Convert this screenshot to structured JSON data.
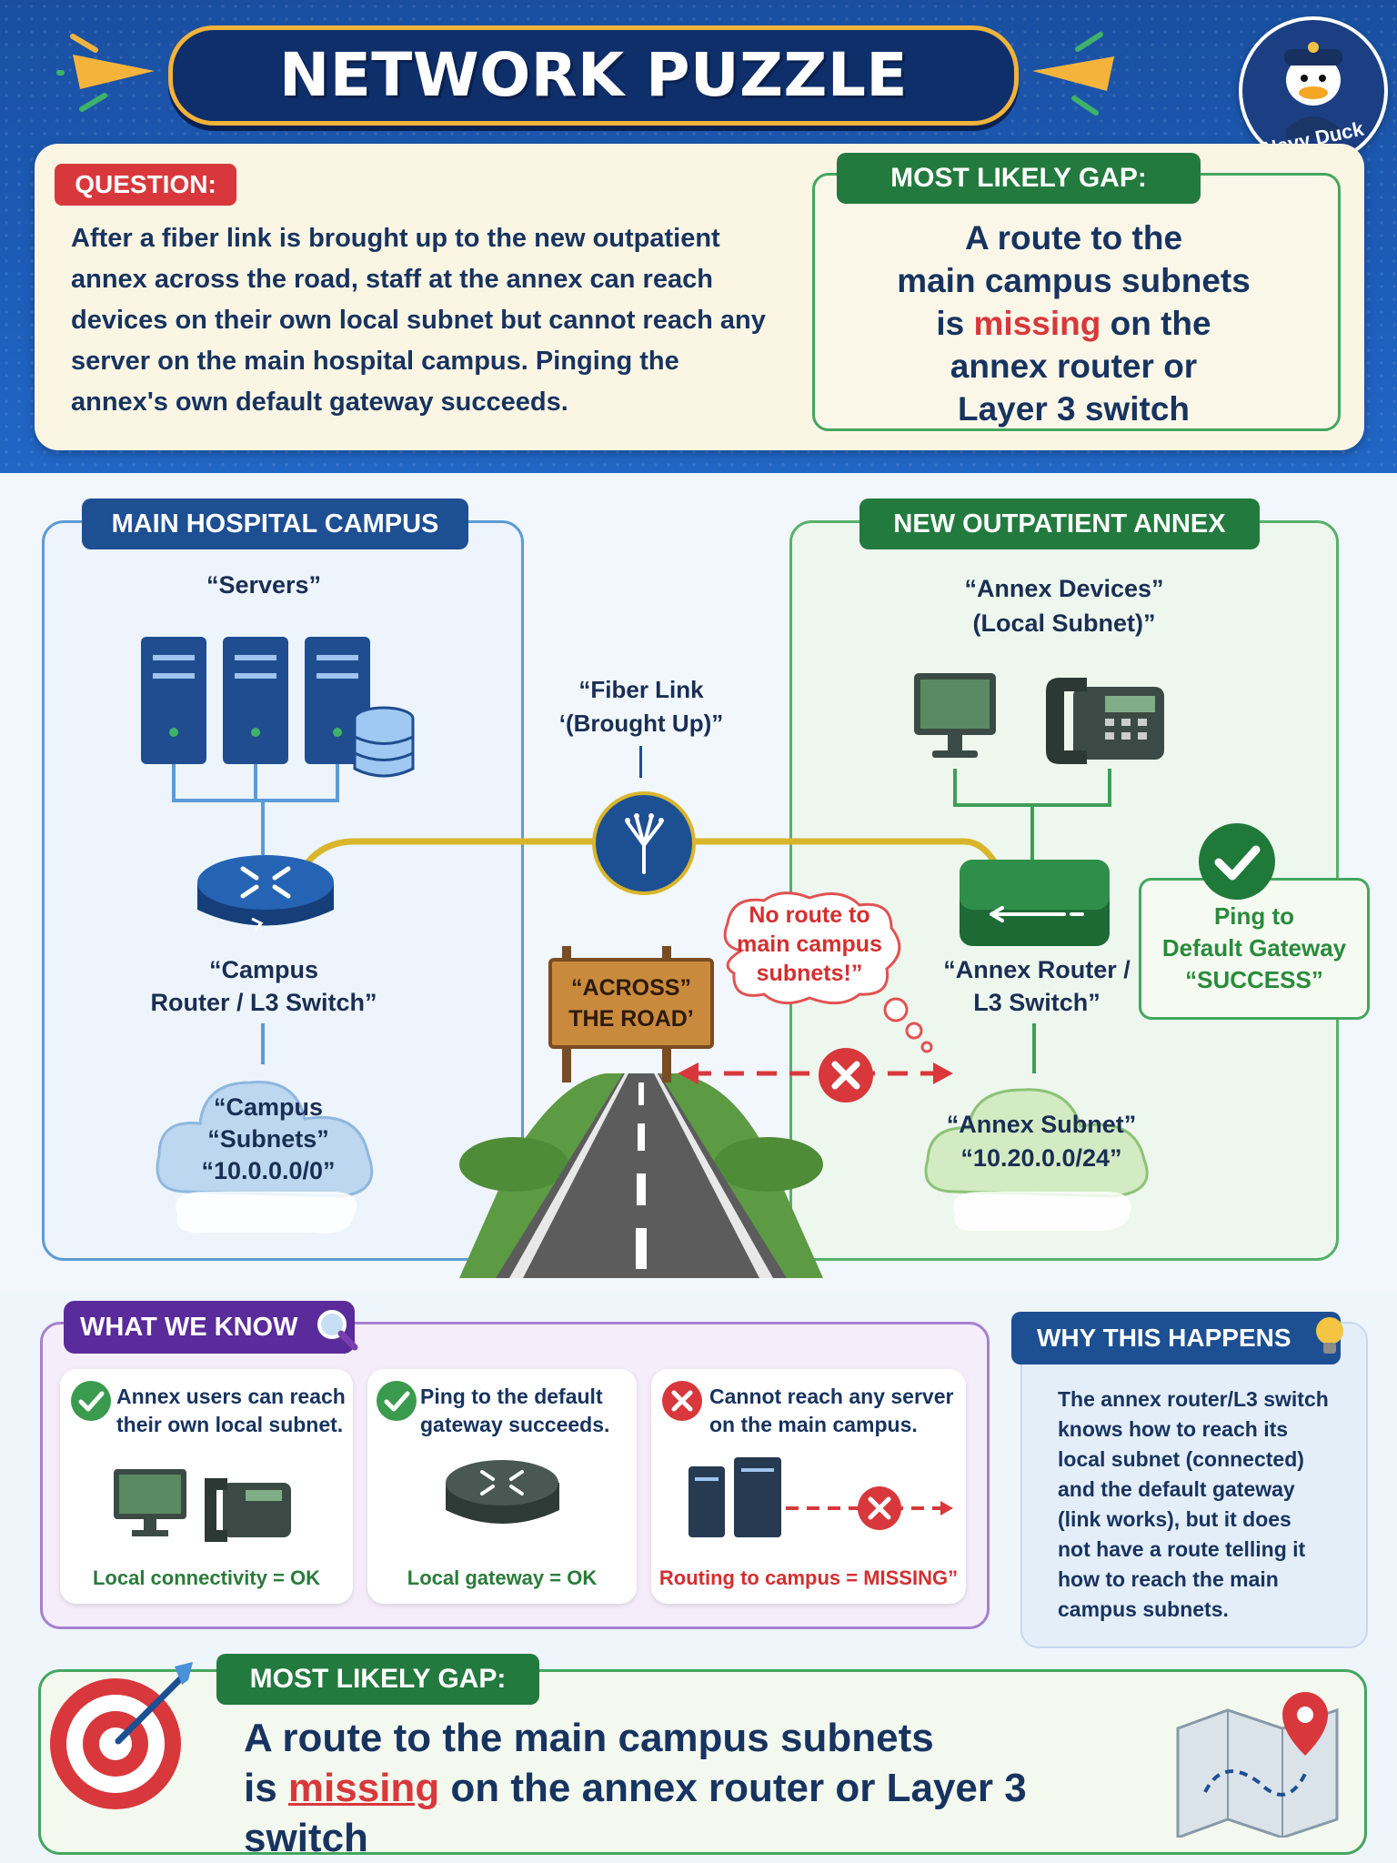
{
  "title": "NETWORK PUZZLE SOLVED!",
  "mascot_label": "Navy Duck",
  "question": {
    "tag": "QUESTION:",
    "text": "After a fiber link is brought up to the new outpatient annex across the road, staff at the annex can reach devices on their own local subnet but cannot reach any server on the main hospital campus. Pinging the annex's own default gateway succeeds."
  },
  "gap_top": {
    "tag": "MOST LIKELY GAP:",
    "line1": "A route to the",
    "line2": "main campus subnets",
    "line3_pre": "is ",
    "line3_hl": "missing",
    "line3_post": " on the",
    "line4": "annex router or",
    "line5": "Layer 3 switch"
  },
  "campus": {
    "header": "MAIN HOSPITAL CAMPUS",
    "servers_label": "“Servers”",
    "router_label_1": "“Campus",
    "router_label_2": "Router / L3 Switch”",
    "cloud_1": "“Campus",
    "cloud_2": "“Subnets”",
    "cloud_3": "“10.0.0.0/0”"
  },
  "fiber": {
    "label_1": "“Fiber Link",
    "label_2": "‘(Brought Up)”"
  },
  "road_sign": {
    "line1": "“ACROSS”",
    "line2": "THE ROAD’"
  },
  "thought": {
    "line1": "No route to",
    "line2": "main campus",
    "line3": "subnets!”"
  },
  "annex": {
    "header": "NEW OUTPATIENT ANNEX",
    "devices_1": "“Annex Devices”",
    "devices_2": "(Local Subnet)”",
    "router_label_1": "“Annex Router /",
    "router_label_2": "L3 Switch”",
    "cloud_1": "“Annex Subnet”",
    "cloud_2": "“10.20.0.0/24”"
  },
  "ping_box": {
    "line1": "Ping to",
    "line2": "Default Gateway",
    "line3": "“SUCCESS”"
  },
  "know": {
    "header": "WHAT WE KNOW",
    "cards": [
      {
        "line1": "Annex users can reach",
        "line2": "their own local subnet.",
        "footer": "Local connectivity = OK"
      },
      {
        "line1": "Ping to the default",
        "line2": "gateway succeeds.",
        "footer": "Local gateway = OK"
      },
      {
        "line1": "Cannot reach any server",
        "line2": "on the main campus.",
        "footer": "Routing to campus = MISSING”"
      }
    ]
  },
  "why": {
    "header": "WHY THIS HAPPENS",
    "lines": [
      "The annex router/L3 switch",
      "knows how to reach its",
      "local subnet (connected)",
      "and the default gateway",
      "(link works), but it does",
      "not have a route telling it",
      "how to reach the main",
      "campus subnets."
    ]
  },
  "gap_bottom": {
    "tag": "MOST LIKELY GAP:",
    "line1": "A route to the main campus subnets",
    "line2_pre": "is ",
    "line2_hl": "missing",
    "line2_post": " on the annex router or Layer 3 switch"
  },
  "colors": {
    "navy": "#17335f",
    "red": "#d8383b",
    "green": "#237a3e",
    "blue": "#1d4f93"
  }
}
